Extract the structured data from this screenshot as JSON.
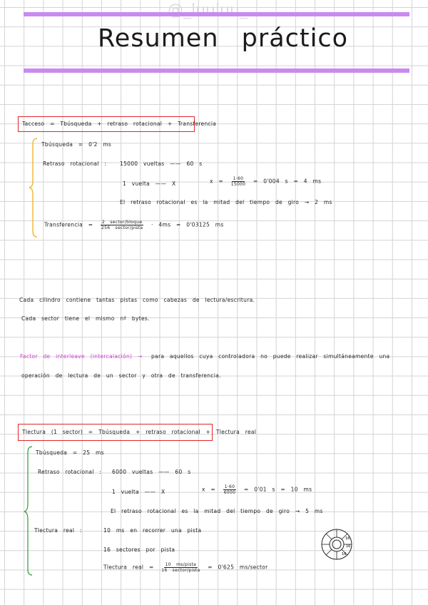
{
  "watermark": "@_luuluu_",
  "title": "Resumen práctico",
  "colors": {
    "accent_bar": "#c98af0",
    "box": "#e0262a",
    "brace1": "#f0b020",
    "brace2": "#2e9a3a",
    "highlight": "#d23ad6"
  },
  "section1": {
    "formula": "Tacceso = Tbúsqueda + retraso rotacional + Transferencia",
    "busqueda": "Tbúsqueda = 0'2 ms",
    "retraso_label": "Retraso rotacional :",
    "retraso_rule": "15000 vueltas —— 60 s",
    "vuelta": "1 vuelta —— X",
    "x_prefix": "x =",
    "x_num": "1·60",
    "x_den": "15000",
    "x_result": "= 0'004 s = 4 ms",
    "mitad": "El retraso rotacional es la mitad del tiempo de giro → 2 ms",
    "transf_label": "Transferencia =",
    "transf_num_a": "2",
    "transf_num_b": "sector/bloque",
    "transf_den_a": "256",
    "transf_den_b": "sector/pista",
    "transf_result": "· 4ms = 0'03125 ms"
  },
  "notes": {
    "line1": "Cada cilindro contiene tantas pistas como cabezas de lectura/escritura.",
    "line2": "Cada sector tiene el mismo nº bytes.",
    "factor_term": "Factor de interleave (intercalación) →",
    "factor_def1": "para aquellos cuya controladora no puede realizar simultáneamente una",
    "factor_def2": "operación de lectura de un sector y otra de transferencia."
  },
  "section2": {
    "formula": "Tlectura (1 sector) = Tbúsqueda + retraso rotacional + Tlectura real",
    "busqueda": "Tbúsqueda = 25 ms",
    "retraso_label": "Retraso rotacional :",
    "retraso_rule": "6000 vueltas —— 60 s",
    "vuelta": "1 vuelta —— X",
    "x_prefix": "x =",
    "x_num": "1·60",
    "x_den": "6000",
    "x_result": "= 0'01 s = 10 ms",
    "mitad": "El retraso rotacional es la mitad del tiempo de giro → 5 ms",
    "lectura_label": "Tlectura real :",
    "pista": "10 ms en recorrer una pista",
    "sectores": "16 sectores por pista",
    "lectura_prefix": "Tlectura real =",
    "lectura_num": "10 ms/pista",
    "lectura_den": "16 sector/pista",
    "lectura_result": "= 0'625 ms/sector",
    "disk_label": "16"
  }
}
